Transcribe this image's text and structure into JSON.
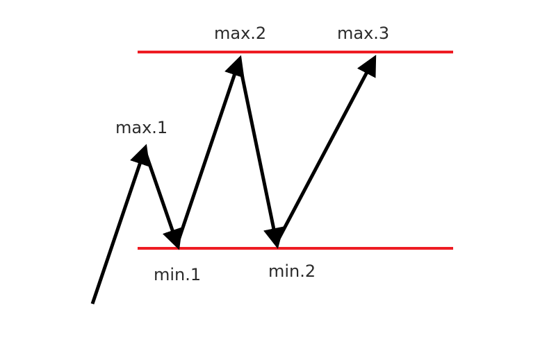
{
  "diagram": {
    "lines": {
      "resistance_color": "#ee1c23",
      "support_color": "#ee1c23",
      "arrow_color": "#000000"
    },
    "labels": {
      "max1": "max.1",
      "max2": "max.2",
      "max3": "max.3",
      "min1": "min.1",
      "min2": "min.2"
    }
  }
}
